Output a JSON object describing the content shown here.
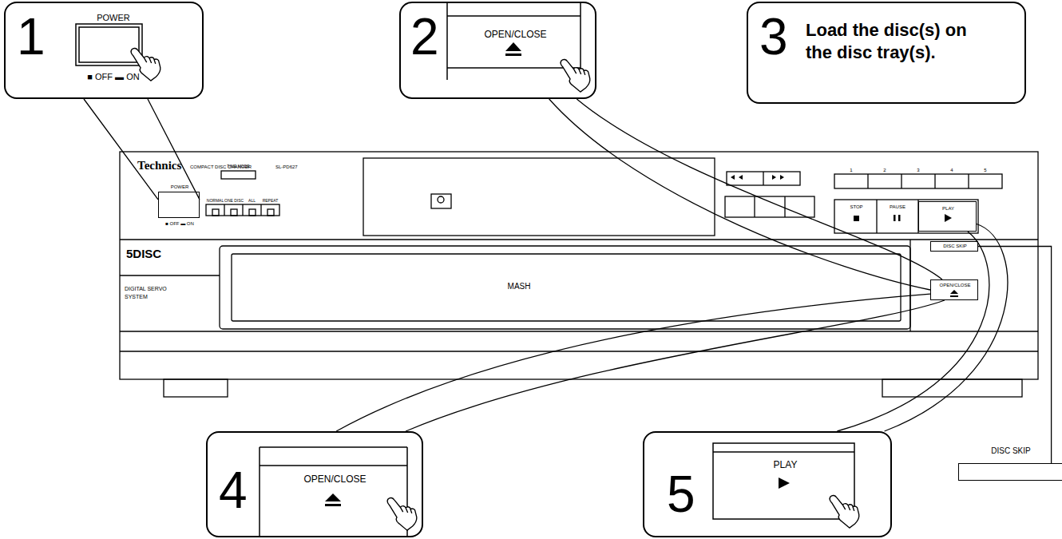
{
  "diagram": {
    "nodes": [
      {
        "text": [
          "1",
          "POWER",
          "■ OFF ▬ ON"
        ]
      },
      {
        "text": [
          "2",
          "OPEN/CLOSE"
        ]
      },
      {
        "text": [
          "3",
          "Load the disc(s) on the disc tray(s)."
        ]
      },
      {
        "text": [
          "POWER",
          "■ OFF ▬ ON"
        ]
      },
      {
        "text": [
          "PLAY"
        ]
      },
      {
        "text": [
          "DISC SKIP"
        ]
      },
      {
        "text": [
          "OPEN/CLOSE"
        ]
      },
      {
        "text": [
          "4",
          "OPEN/CLOSE"
        ]
      },
      {
        "text": [
          "5",
          "PLAY"
        ]
      },
      {
        "text": [
          "DISC SKIP"
        ]
      }
    ],
    "edges": [
      {
        "from": 0,
        "to": 3,
        "arrow": "none"
      },
      {
        "from": 1,
        "to": 6,
        "arrow": "none"
      },
      {
        "from": 7,
        "to": 6,
        "arrow": "none"
      },
      {
        "from": 8,
        "to": 4,
        "arrow": "none"
      },
      {
        "from": 9,
        "to": 5,
        "arrow": "none"
      }
    ],
    "labels": [
      "Technics",
      "COMPACT DISC CHANGER",
      "SL-PD627",
      "TIME MODE",
      "NORMAL",
      "ONE DISC",
      "ALL",
      "REPEAT",
      "1",
      "2",
      "3",
      "4",
      "5",
      "STOP",
      "PAUSE",
      "5DISC",
      "MASH",
      "DIGITAL SERVO SYSTEM"
    ]
  }
}
